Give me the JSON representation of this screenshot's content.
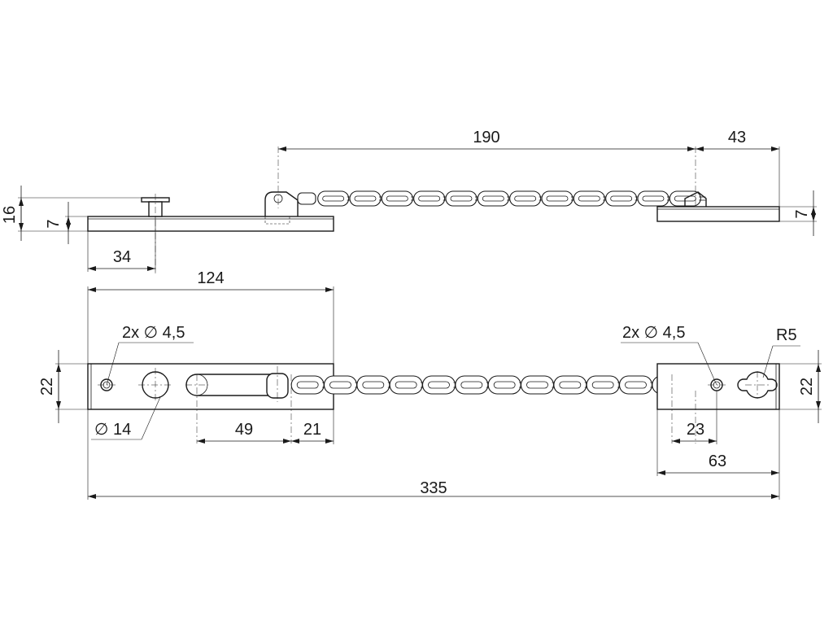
{
  "dimensions": {
    "side_length_190": "190",
    "side_length_43": "43",
    "side_height_16": "16",
    "side_thickness_7_left": "7",
    "side_thickness_7_right": "7",
    "side_offset_34": "34",
    "top_length_124": "124",
    "top_hole_label_left": "2x ∅ 4,5",
    "top_hole_label_right": "2x ∅ 4,5",
    "top_radius": "R5",
    "top_width_22_left": "22",
    "top_width_22_right": "22",
    "top_knob_diameter": "∅ 14",
    "top_slot_49": "49",
    "top_offset_21": "21",
    "top_offset_23": "23",
    "top_length_63": "63",
    "overall_length_335": "335"
  },
  "chain": {
    "side_link_count": 12,
    "top_link_count": 12
  }
}
